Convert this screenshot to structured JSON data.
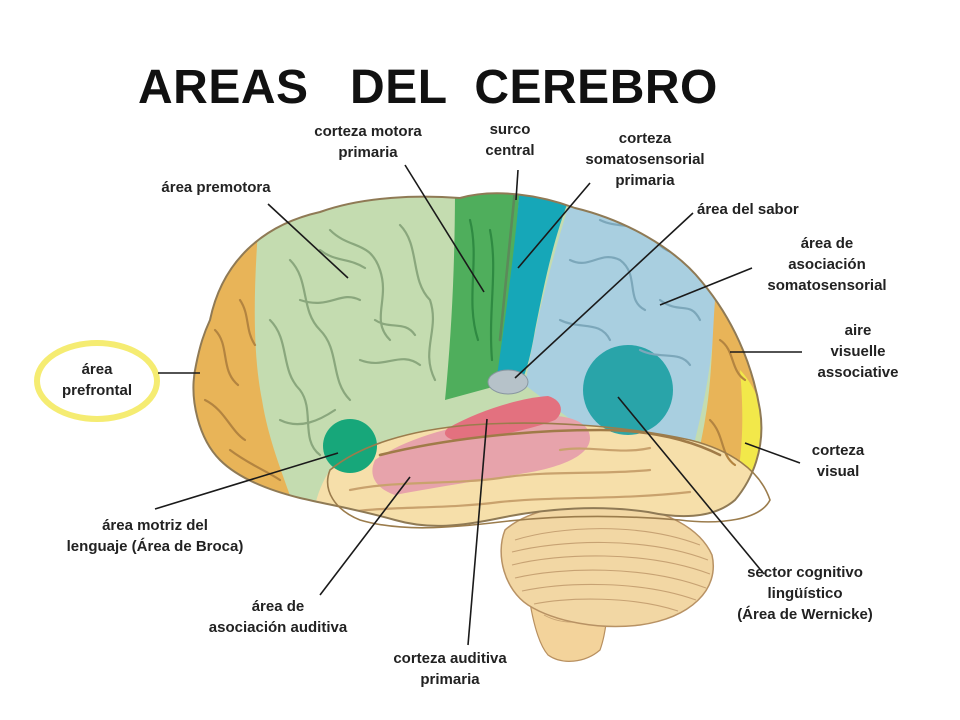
{
  "title": "AREAS   DEL  CEREBRO",
  "labels": {
    "motor": [
      "corteza motora",
      "primaria"
    ],
    "sulcus": [
      "surco",
      "central"
    ],
    "somato": [
      "corteza",
      "somatosensorial",
      "primaria"
    ],
    "premotor": [
      "área premotora"
    ],
    "taste": [
      "área del sabor"
    ],
    "somato_assoc": [
      "área de",
      "asociación",
      "somatosensorial"
    ],
    "prefrontal": [
      "área",
      "prefrontal"
    ],
    "visual_assoc": [
      "aire",
      "visuelle",
      "associative"
    ],
    "visual": [
      "corteza",
      "visual"
    ],
    "broca": [
      "área motriz del",
      "lenguaje (Área de Broca)"
    ],
    "wernicke": [
      "sector cognitivo",
      "lingüístico",
      "(Área de Wernicke)"
    ],
    "aud_assoc": [
      "área de",
      "asociación auditiva"
    ],
    "aud_primary": [
      "corteza auditiva",
      "primaria"
    ]
  },
  "colors": {
    "frontal_green": "#c4dcb0",
    "motor_green": "#4fae5c",
    "somato_teal": "#16a7b8",
    "parietal_blue": "#a9cfe0",
    "orange": "#e8b458",
    "yellow": "#f2e84a",
    "temporal": "#f6dfaa",
    "pink": "#e7a3ab",
    "red": "#e3717f",
    "broca_green": "#17a77a",
    "wernicke_teal": "#1b9fa3",
    "highlight_ring": "#f5ec72"
  }
}
